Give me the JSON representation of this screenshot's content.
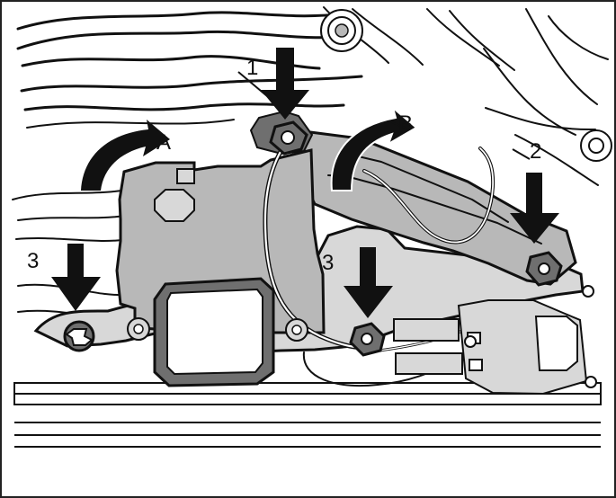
{
  "labels": {
    "num1": "1",
    "num2": "2",
    "num3_left": "3",
    "num3_center": "3",
    "A": "A",
    "B": "B"
  },
  "icons": {
    "down_arrow": "down-arrow-icon",
    "rotation_arrow": "rotation-arrow-icon",
    "screw_head": "screw-icon",
    "nut": "nut-icon"
  }
}
